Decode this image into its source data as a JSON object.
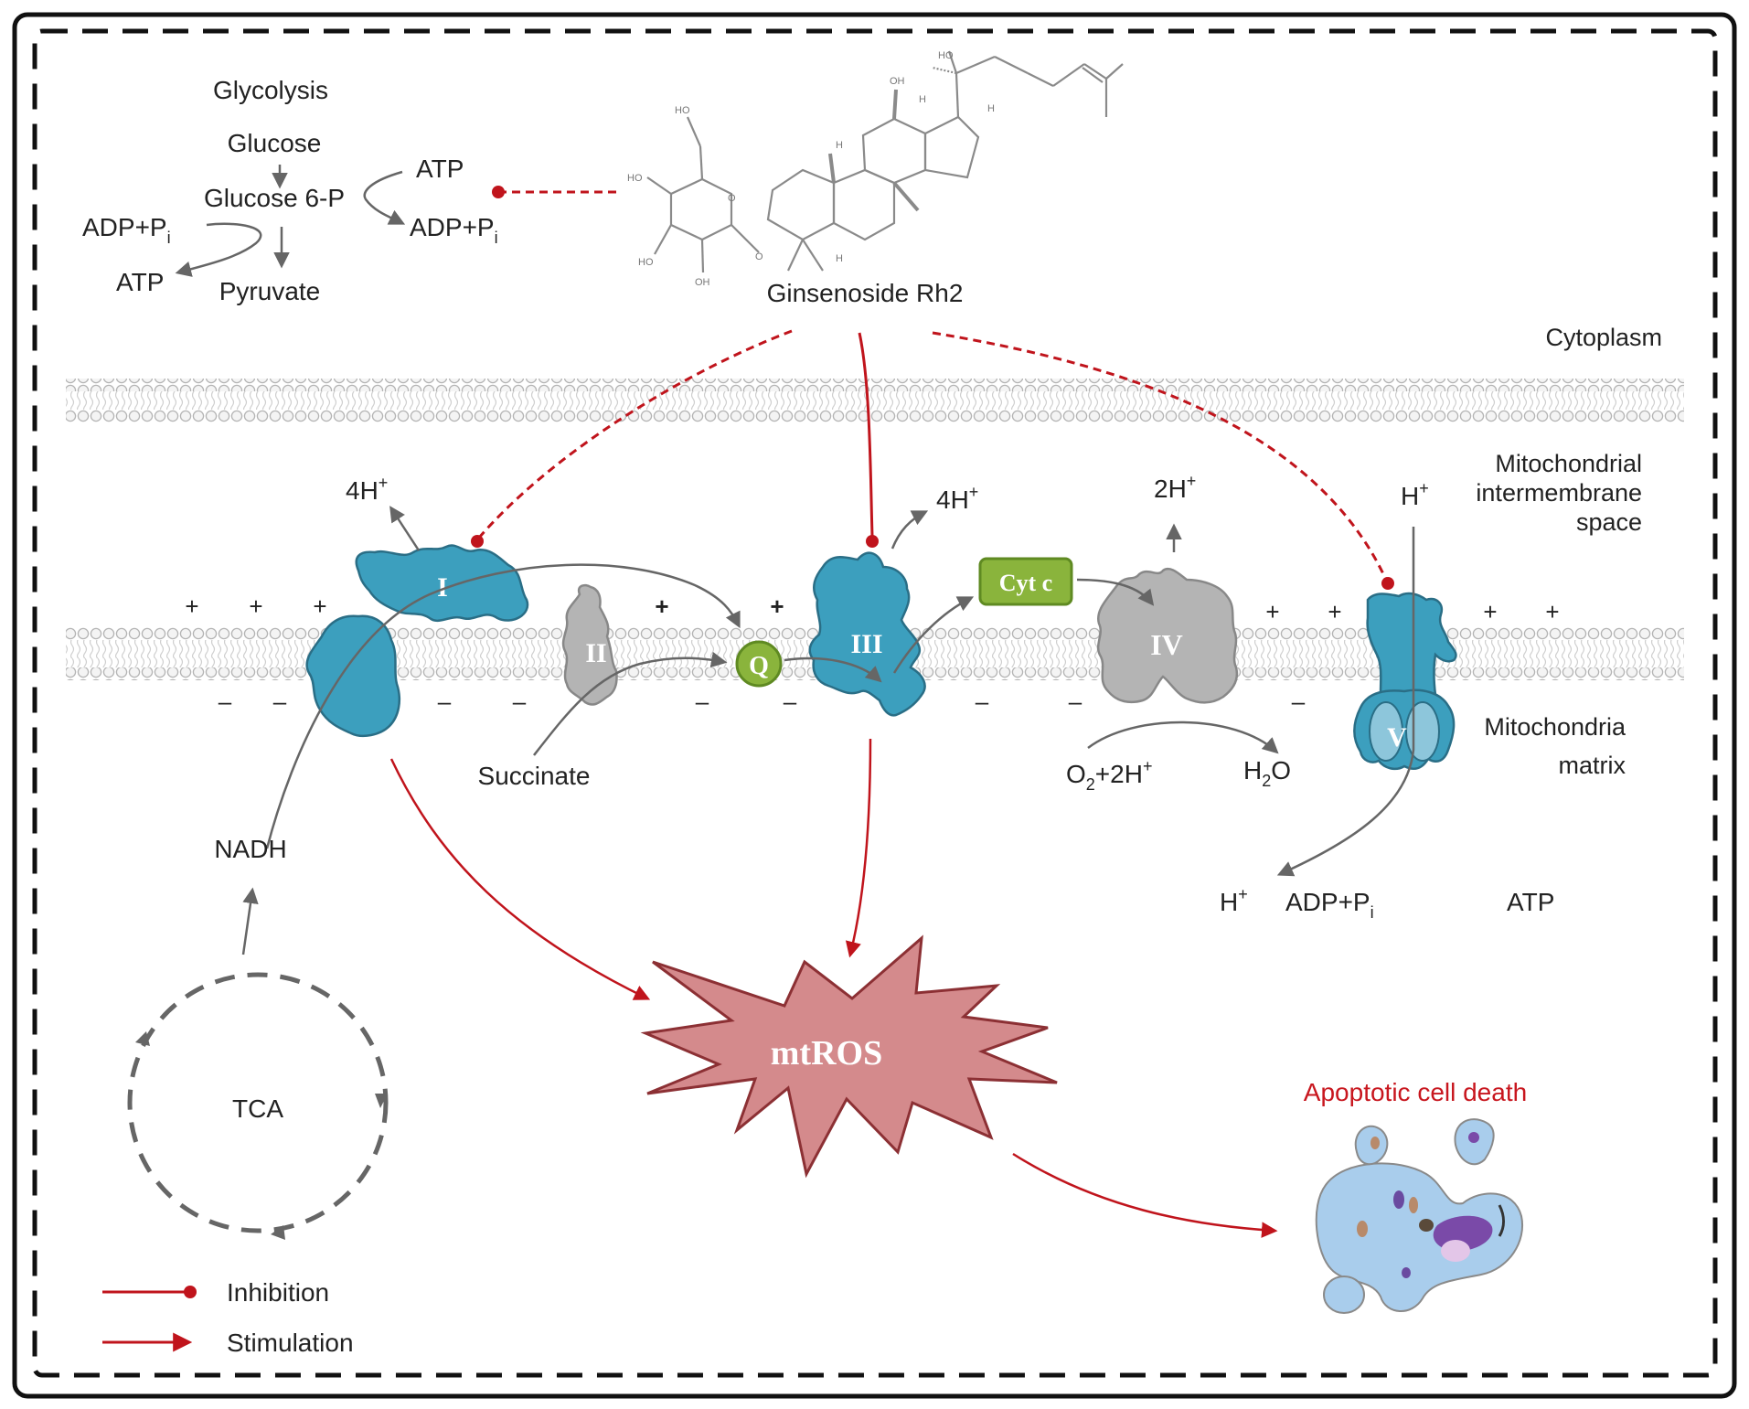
{
  "colors": {
    "inhibition": "#c0141c",
    "stimulation": "#c0141c",
    "complex_blue": "#3c9fbe",
    "complex_gray": "#b4b4b4",
    "small_green": "#8ab43c",
    "ros_fill": "#d48a8c",
    "ros_stroke": "#8c3034",
    "apoptosis_text": "#c8161e"
  },
  "glycolysis": {
    "title": "Glycolysis",
    "glucose": "Glucose",
    "g6p": "Glucose 6-P",
    "atp_in": "ATP",
    "adp_out": "ADP+P",
    "adp_out_sub": "i",
    "adp_in": "ADP+P",
    "adp_in_sub": "i",
    "atp_out": "ATP",
    "pyruvate": "Pyruvate"
  },
  "compound": {
    "name": "Ginsenoside Rh2",
    "atoms": {
      "ho_top": "HO",
      "oh_top": "OH",
      "h1": "H",
      "h2": "H",
      "h3": "H",
      "h4": "H",
      "ho_sugar1": "HO",
      "ho_sugar2": "HO",
      "ho_sugar3": "HO",
      "oh_sugar": "OH",
      "o_ring": "O",
      "o_link": "O"
    }
  },
  "compartments": {
    "cytoplasm": "Cytoplasm",
    "ims": [
      "Mitochondrial",
      "intermembrane",
      "space"
    ],
    "matrix": [
      "Mitochondria",
      "matrix"
    ]
  },
  "complexes": {
    "c1": "I",
    "c2": "II",
    "c3": "III",
    "c4": "IV",
    "c5": "V",
    "q": "Q",
    "cytc": "Cyt c"
  },
  "protons": {
    "c1": "4H",
    "c3": "4H",
    "c4": "2H",
    "c5": "H",
    "matrix": "H",
    "sup": "+"
  },
  "charges": {
    "plus": "+",
    "minus": "–"
  },
  "metabolites": {
    "succinate": "Succinate",
    "nadh": "NADH",
    "tca": "TCA",
    "o2": "O",
    "o2_sub": "2",
    "o2_rest": "+2H",
    "o2_sup": "+",
    "h2o_h": "H",
    "h2o_sub": "2",
    "h2o_o": "O",
    "adp": "ADP+P",
    "adp_sub": "i",
    "atp": "ATP"
  },
  "ros": {
    "label": "mtROS"
  },
  "outcome": {
    "label": "Apoptotic cell death"
  },
  "legend": {
    "items": [
      {
        "type": "inhibition",
        "label": "Inhibition"
      },
      {
        "type": "stimulation",
        "label": "Stimulation"
      }
    ]
  }
}
